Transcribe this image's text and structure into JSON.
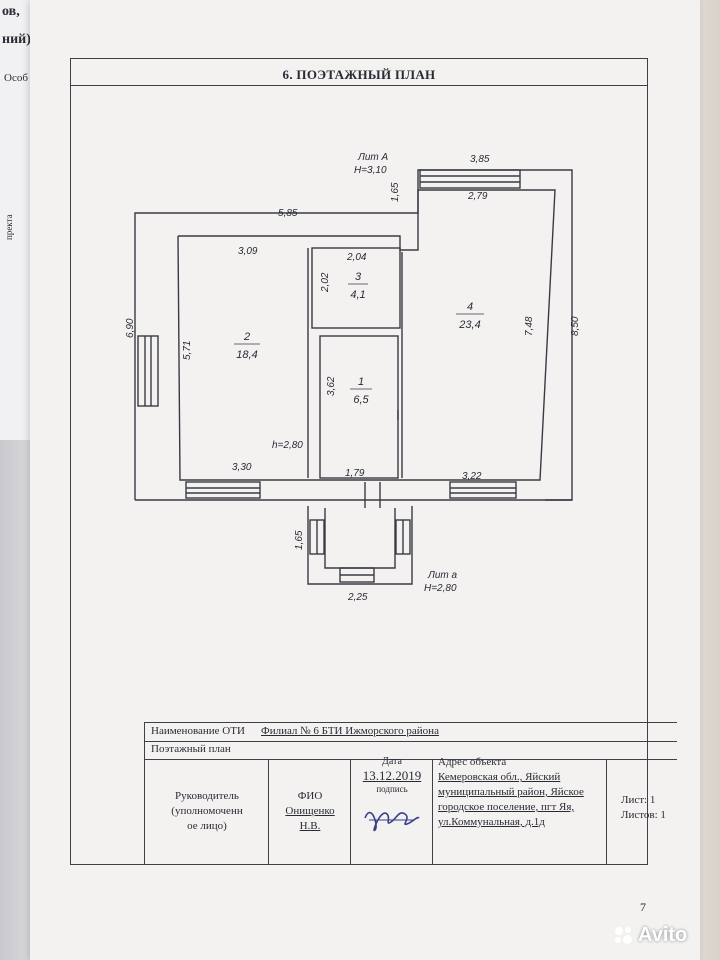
{
  "background_page": {
    "fragments": [
      "ов,",
      "ний)",
      "Особ",
      "пректа"
    ]
  },
  "document": {
    "section_title": "6. ПОЭТАЖНЫЙ ПЛАН",
    "page_number": "7"
  },
  "plan": {
    "lit_a": "Лит А",
    "lit_a_height": "Н=3,10",
    "lit_small_a": "Лит а",
    "lit_small_a_height": "Н=2,80",
    "room_height": "h=2,80",
    "dimensions": {
      "top_right_width": "3,85",
      "top_left_width": "5,85",
      "offset_height": "1,65",
      "room4_width": "2,79",
      "room2_width": "3,09",
      "room3_width": "2,04",
      "room3_height": "2,02",
      "left_total_height": "6,90",
      "room2_height": "5,71",
      "room1_height": "3,62",
      "room4_height": "7,48",
      "right_total_height": "8,50",
      "bottom_left_width": "3,30",
      "bottom_mid_width": "1,79",
      "bottom_right_width": "3,22",
      "porch_height": "1,65",
      "porch_width": "2,25"
    },
    "rooms": [
      {
        "number": "1",
        "area": "6,5"
      },
      {
        "number": "2",
        "area": "18,4"
      },
      {
        "number": "3",
        "area": "4,1"
      },
      {
        "number": "4",
        "area": "23,4"
      }
    ]
  },
  "stamp": {
    "org_label": "Наименование ОТИ",
    "org_name": "Филиал № 6 БТИ Ижморского района",
    "doc_type": "Поэтажный план",
    "role_lines": [
      "Руководитель",
      "(уполномоченн",
      "ое лицо)"
    ],
    "fio_label": "ФИО",
    "fio_name_1": "Онищенко",
    "fio_name_2": "Н.В.",
    "date_label": "Дата",
    "date_value": "13.12.2019",
    "signature_label": "подпись",
    "address_label": "Адрес объекта",
    "address_lines": [
      "Кемеровская обл., Яйский",
      "муниципальный район, Яйское",
      "городское поселение, пгт Яя,",
      "ул.Коммунальная, д.1д"
    ],
    "sheet": "Лист: 1",
    "sheets": "Листов: 1"
  },
  "watermark": {
    "brand": "Avito"
  }
}
